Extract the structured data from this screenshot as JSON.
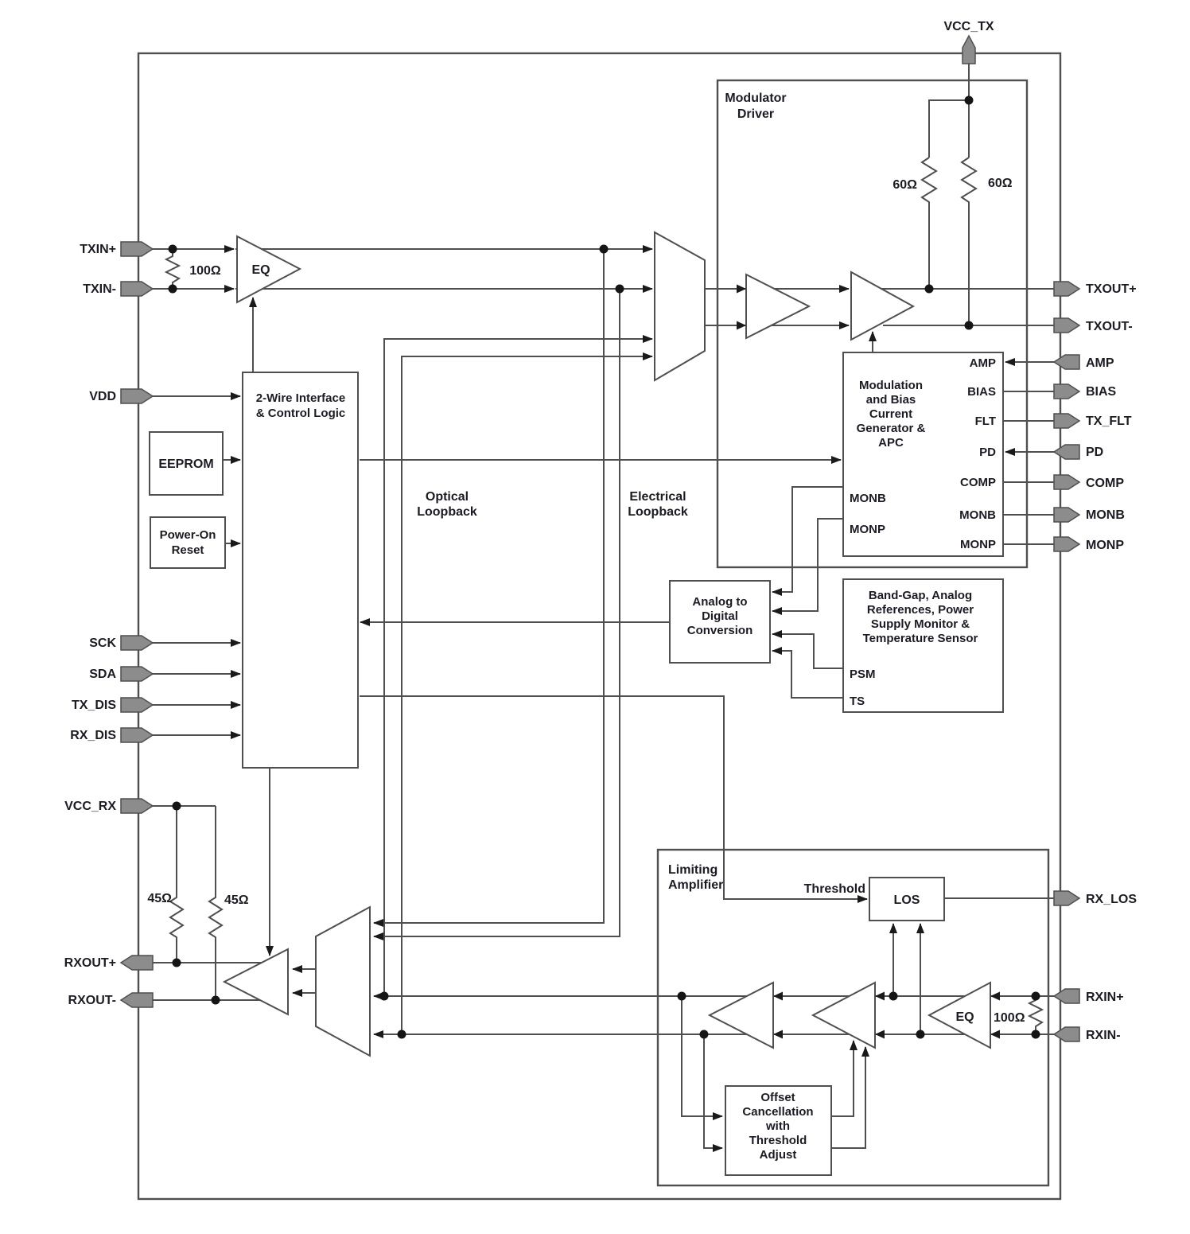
{
  "pins": {
    "top": "VCC_TX",
    "left": [
      "TXIN+",
      "TXIN-",
      "VDD",
      "SCK",
      "SDA",
      "TX_DIS",
      "RX_DIS",
      "VCC_RX",
      "RXOUT+",
      "RXOUT-"
    ],
    "right": [
      "TXOUT+",
      "TXOUT-",
      "AMP",
      "BIAS",
      "TX_FLT",
      "PD",
      "COMP",
      "MONB",
      "MONP",
      "RX_LOS",
      "RXIN+",
      "RXIN-"
    ]
  },
  "blocks": {
    "modulator_driver": {
      "lines": [
        "Modulator",
        "Driver"
      ]
    },
    "two_wire": {
      "lines": [
        "2-Wire Interface",
        "& Control Logic"
      ]
    },
    "eeprom": {
      "lines": [
        "EEPROM"
      ]
    },
    "power_on_reset": {
      "lines": [
        "Power-On",
        "Reset"
      ]
    },
    "modulation": {
      "lines": [
        "Modulation",
        "and Bias",
        "Current",
        "Generator &",
        "APC"
      ],
      "right_ports": [
        "AMP",
        "BIAS",
        "FLT",
        "PD",
        "COMP",
        "MONB",
        "MONP"
      ],
      "left_ports": [
        "MONB",
        "MONP"
      ]
    },
    "bandgap": {
      "lines": [
        "Band-Gap, Analog",
        "References, Power",
        "Supply Monitor &",
        "Temperature Sensor"
      ],
      "ports": [
        "PSM",
        "TS"
      ]
    },
    "adc": {
      "lines": [
        "Analog to",
        "Digital",
        "Conversion"
      ]
    },
    "limiting_amplifier": {
      "lines": [
        "Limiting",
        "Amplifier"
      ]
    },
    "los": {
      "label": "LOS"
    },
    "offset": {
      "lines": [
        "Offset",
        "Cancellation",
        "with",
        "Threshold",
        "Adjust"
      ]
    }
  },
  "labels": {
    "eq": "EQ",
    "r100": "100Ω",
    "r60": "60Ω",
    "r45": "45Ω",
    "optical": [
      "Optical",
      "Loopback"
    ],
    "electrical": [
      "Electrical",
      "Loopback"
    ],
    "threshold": "Threshold"
  },
  "colors": {
    "wire": "#4f4f4f",
    "pin_fill": "#8c8c8c",
    "text": "#1b1b24",
    "background": "#ffffff"
  }
}
